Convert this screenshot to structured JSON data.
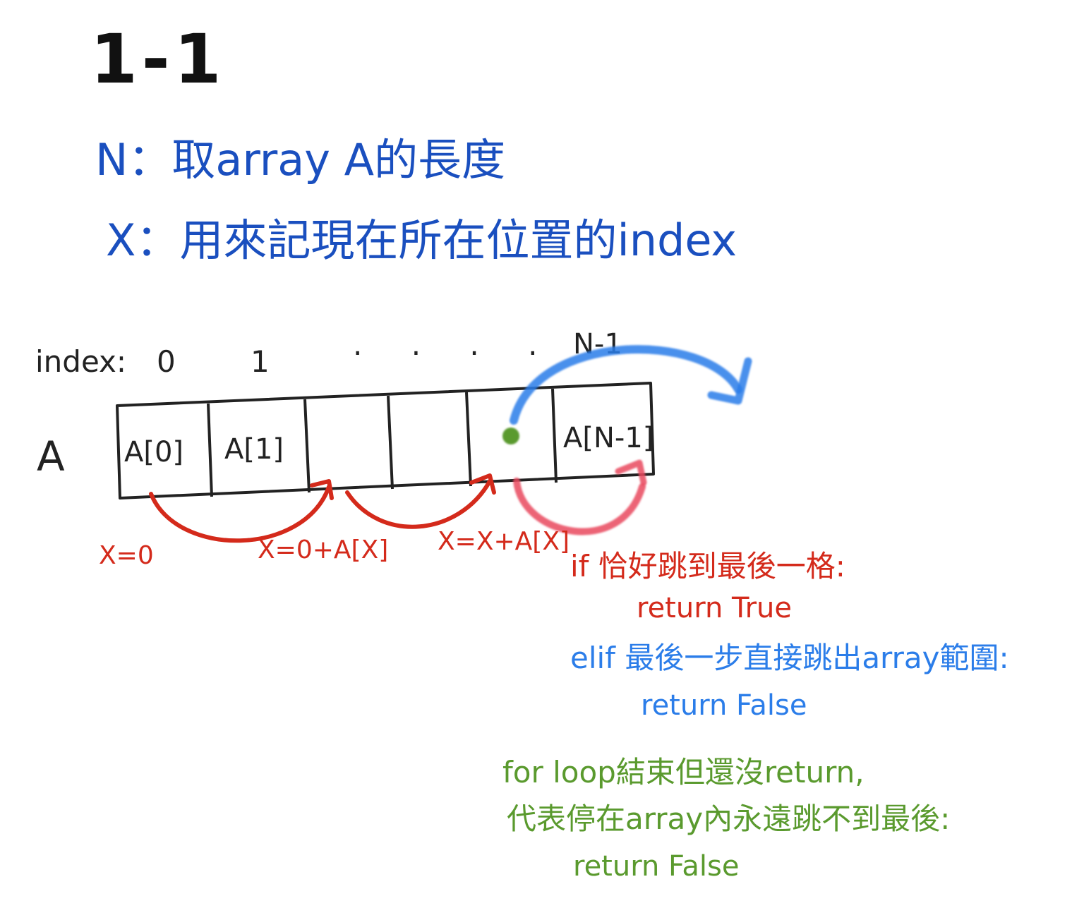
{
  "title": "1-1",
  "definitions": {
    "n": "N：取array A的長度",
    "x": "X：用來記現在所在位置的index"
  },
  "index_row": {
    "label": "index:",
    "first": "0",
    "second": "1",
    "dots": ". . . .",
    "last": "N-1"
  },
  "array": {
    "name": "A",
    "cells": [
      "A[0]",
      "A[1]",
      "",
      "",
      "",
      "A[N-1]"
    ]
  },
  "jump_labels": {
    "start": "X=0",
    "second": "X=0+A[X]",
    "general": "X=X+A[X]"
  },
  "conditions": {
    "if_line": "if 恰好跳到最後一格:",
    "if_return": "return True",
    "elif_line": "elif 最後一步直接跳出array範圍:",
    "elif_return": "return False",
    "for_line1": "for loop結束但還沒return,",
    "for_line2": "代表停在array內永遠跳不到最後:",
    "for_return": "return False"
  },
  "colors": {
    "ink": "#222222",
    "blue_text": "#1a4fbf",
    "red": "#d42a1b",
    "light_blue": "#2b7de9",
    "green": "#5a9a2e",
    "pink": "#e9485e"
  }
}
